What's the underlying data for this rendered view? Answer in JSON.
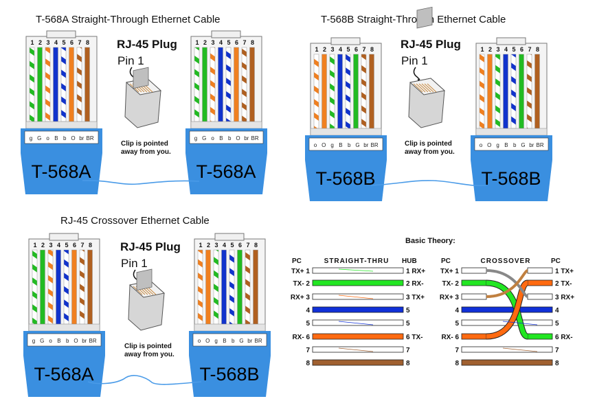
{
  "titles": {
    "t568a": "T-568A Straight-Through Ethernet Cable",
    "t568b": "T-568B Straight-Through Ethernet Cable",
    "crossover": "RJ-45 Crossover Ethernet Cable",
    "basic_theory": "Basic Theory:"
  },
  "plug": {
    "heading": "RJ-45 Plug",
    "pin1": "Pin 1",
    "clip_line1": "Clip is pointed",
    "clip_line2": "away from you."
  },
  "pin_numbers": [
    "1",
    "2",
    "3",
    "4",
    "5",
    "6",
    "7",
    "8"
  ],
  "standards": {
    "a": {
      "label": "T-568A",
      "codes": [
        "g",
        "G",
        "o",
        "B",
        "b",
        "O",
        "br",
        "BR"
      ],
      "wires": [
        {
          "color": "#22bb22",
          "striped": true
        },
        {
          "color": "#22bb22",
          "striped": false
        },
        {
          "color": "#f08020",
          "striped": true
        },
        {
          "color": "#1133cc",
          "striped": false
        },
        {
          "color": "#1133cc",
          "striped": true
        },
        {
          "color": "#f08020",
          "striped": false
        },
        {
          "color": "#b06020",
          "striped": true
        },
        {
          "color": "#b06020",
          "striped": false
        }
      ]
    },
    "b": {
      "label": "T-568B",
      "codes": [
        "o",
        "O",
        "g",
        "B",
        "b",
        "G",
        "br",
        "BR"
      ],
      "wires": [
        {
          "color": "#f08020",
          "striped": true
        },
        {
          "color": "#f08020",
          "striped": false
        },
        {
          "color": "#22bb22",
          "striped": true
        },
        {
          "color": "#1133cc",
          "striped": false
        },
        {
          "color": "#1133cc",
          "striped": true
        },
        {
          "color": "#22bb22",
          "striped": false
        },
        {
          "color": "#b06020",
          "striped": true
        },
        {
          "color": "#b06020",
          "striped": false
        }
      ]
    }
  },
  "colors": {
    "jacket": "#3a8fe0",
    "cable": "#4a9be8",
    "plug_body": "#d0d0d0",
    "orange": "#ff6a10",
    "green": "#22e622",
    "blue": "#1030d8",
    "brown": "#a06030"
  },
  "theory": {
    "straight": {
      "left_header": "PC",
      "center_header": "STRAIGHT-THRU",
      "right_header": "HUB",
      "left_labels": [
        "TX+ 1",
        "TX- 2",
        "RX+ 3",
        "4",
        "5",
        "RX- 6",
        "7",
        "8"
      ],
      "right_labels": [
        "1 RX+",
        "2 RX-",
        "3 TX+",
        "5",
        "5",
        "6 TX-",
        "7",
        "8"
      ]
    },
    "crossover": {
      "left_header": "PC",
      "center_header": "CROSSOVER",
      "right_header": "PC",
      "left_labels": [
        "TX+ 1",
        "TX- 2",
        "RX+ 3",
        "4",
        "5",
        "RX- 6",
        "7",
        "8"
      ],
      "right_labels": [
        "1 TX+",
        "2 TX-",
        "3 RX+",
        "4",
        "5",
        "6 RX-",
        "7",
        "8"
      ]
    }
  }
}
